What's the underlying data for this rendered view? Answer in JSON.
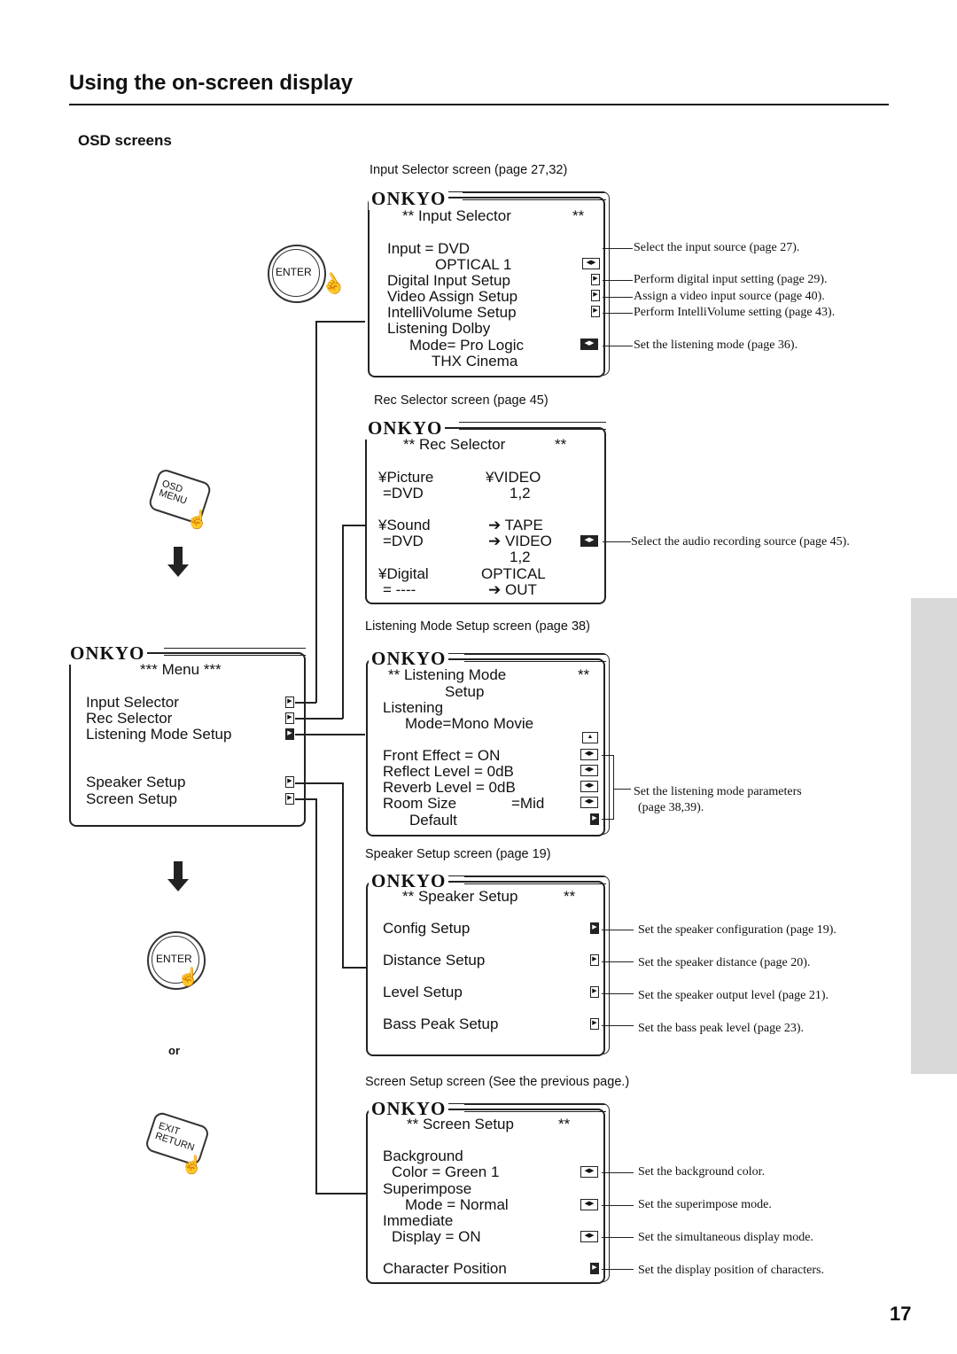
{
  "header": {
    "title": "Using the on-screen display",
    "section": "OSD screens"
  },
  "page_number": "17",
  "brand": "ONKYO",
  "buttons": {
    "enter": "ENTER",
    "osd_menu": "OSD MENU",
    "exit_return": "EXIT RETURN",
    "or": "or"
  },
  "menu": {
    "title": "*** Menu   ***",
    "items": [
      "Input Selector",
      "Rec Selector",
      "Listening Mode Setup",
      "Speaker Setup",
      "Screen Setup"
    ]
  },
  "input_screen": {
    "caption": "Input Selector screen (page 27,32)",
    "title": "** Input Selector",
    "title_end": "**",
    "lines": [
      "Input    = DVD",
      "OPTICAL 1",
      "Digital Input Setup",
      "Video Assign Setup",
      "IntelliVolume Setup",
      "Listening Dolby",
      "Mode= Pro Logic",
      "THX Cinema"
    ],
    "notes": [
      "Select the input source (page 27).",
      "Perform digital input setting (page 29).",
      "Assign a video input source (page 40).",
      "Perform IntelliVolume setting (page 43).",
      "Set the listening mode (page 36)."
    ]
  },
  "rec_screen": {
    "caption": "Rec Selector screen (page 45)",
    "title": "** Rec Selector",
    "title_end": "**",
    "left": [
      "¥Picture",
      "=DVD",
      "¥Sound",
      "=DVD",
      "¥Digital",
      "= ----"
    ],
    "right": [
      "¥VIDEO",
      "1,2",
      "➔ TAPE",
      "➔ VIDEO",
      "1,2",
      "OPTICAL",
      "➔  OUT"
    ],
    "note": "Select the audio recording source (page 45)."
  },
  "listening_screen": {
    "caption": "Listening Mode Setup screen (page 38)",
    "title": "** Listening Mode",
    "title_end": "**",
    "lines": [
      "Setup",
      "Listening",
      "Mode=Mono Movie",
      "Front Effect     = ON",
      "Reflect Level   =  0dB",
      "Reverb Level    =  0dB",
      "Room Size",
      "=Mid",
      "Default"
    ],
    "note": "Set the listening mode parameters",
    "note2": "(page 38,39)."
  },
  "speaker_screen": {
    "caption": "Speaker Setup screen (page 19)",
    "title": "** Speaker Setup",
    "title_end": "**",
    "lines": [
      "Config Setup",
      "Distance Setup",
      "Level Setup",
      "Bass Peak Setup"
    ],
    "notes": [
      "Set the speaker configuration (page 19).",
      "Set the speaker distance (page 20).",
      "Set the speaker output level (page 21).",
      "Set the bass peak level (page 23)."
    ]
  },
  "screen_setup_screen": {
    "caption": "Screen Setup screen (See the previous page.)",
    "title": "** Screen Setup",
    "title_end": "**",
    "lines": [
      "Background",
      "Color       = Green 1",
      "Superimpose",
      "Mode   = Normal",
      "Immediate",
      "Display   = ON",
      "Character Position"
    ],
    "notes": [
      "Set the background color.",
      "Set the superimpose mode.",
      "Set the simultaneous display mode.",
      "Set the display position of characters."
    ]
  }
}
